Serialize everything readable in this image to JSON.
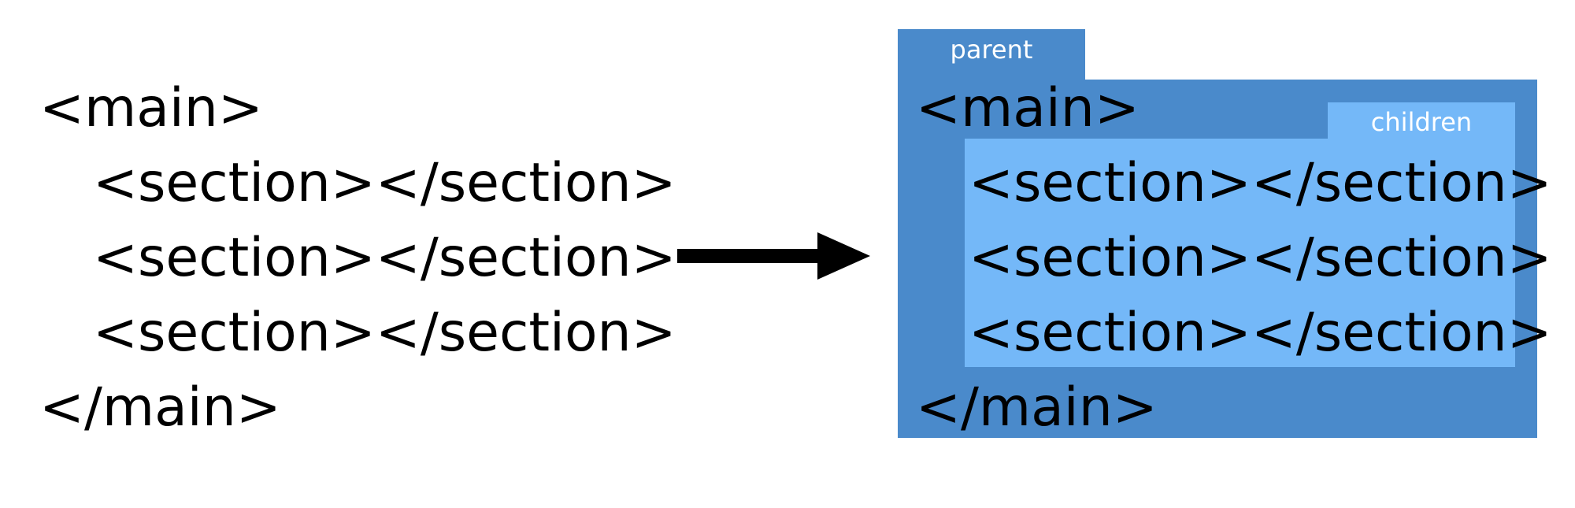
{
  "source_code": {
    "open_tag": "<main>",
    "children": [
      "<section></section>",
      "<section></section>",
      "<section></section>"
    ],
    "close_tag": "</main>"
  },
  "result_code": {
    "open_tag": "<main>",
    "children": [
      "<section></section>",
      "<section></section>",
      "<section></section>"
    ],
    "close_tag": "</main>"
  },
  "labels": {
    "parent": "parent",
    "children": "children"
  },
  "colors": {
    "parent_box": "#4a8acb",
    "children_box": "#74b8f8",
    "label_text": "#ffffff",
    "code_text": "#000000",
    "arrow": "#000000"
  },
  "icons": {
    "arrow": "right-arrow-icon"
  }
}
